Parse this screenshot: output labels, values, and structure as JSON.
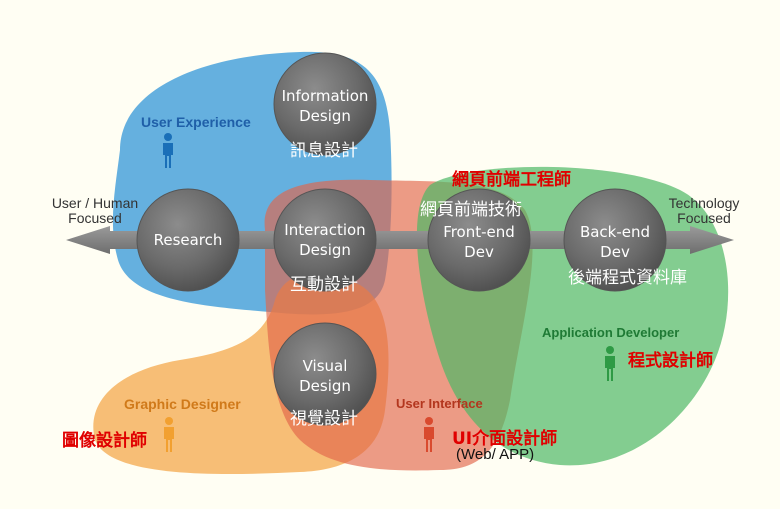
{
  "axis": {
    "left_label_line1": "User / Human",
    "left_label_line2": "Focused",
    "right_label_line1": "Technology",
    "right_label_line2": "Focused"
  },
  "circles": [
    {
      "id": "information-design",
      "line1": "Information",
      "line2": "Design",
      "zh": "訊息設計"
    },
    {
      "id": "research",
      "line1": "Research",
      "line2": "",
      "zh": ""
    },
    {
      "id": "interaction-design",
      "line1": "Interaction",
      "line2": "Design",
      "zh": "互動設計"
    },
    {
      "id": "front-end-dev",
      "line1": "Front-end",
      "line2": "Dev",
      "zh": "網頁前端技術"
    },
    {
      "id": "back-end-dev",
      "line1": "Back-end",
      "line2": "Dev",
      "zh": "後端程式資料庫"
    },
    {
      "id": "visual-design",
      "line1": "Visual",
      "line2": "Design",
      "zh": "視覺設計"
    }
  ],
  "roles": {
    "user_experience": "User Experience",
    "graphic_designer": "Graphic Designer",
    "graphic_designer_zh": "圖像設計師",
    "user_interface": "User Interface",
    "ui_designer_zh": "UI介面設計師",
    "ui_designer_sub": "(Web/ APP)",
    "application_developer": "Application Developer",
    "app_developer_zh": "程式設計師",
    "frontend_engineer_zh": "網頁前端工程師"
  },
  "colors": {
    "ux_blue": "#3a9ad9",
    "graphic_orange": "#f4a340",
    "ui_red": "#e2654a",
    "app_green": "#4fb865",
    "circle_gray": "#6b6b6b",
    "axis_gray": "#8a8a8a",
    "label_red": "#e00000"
  }
}
